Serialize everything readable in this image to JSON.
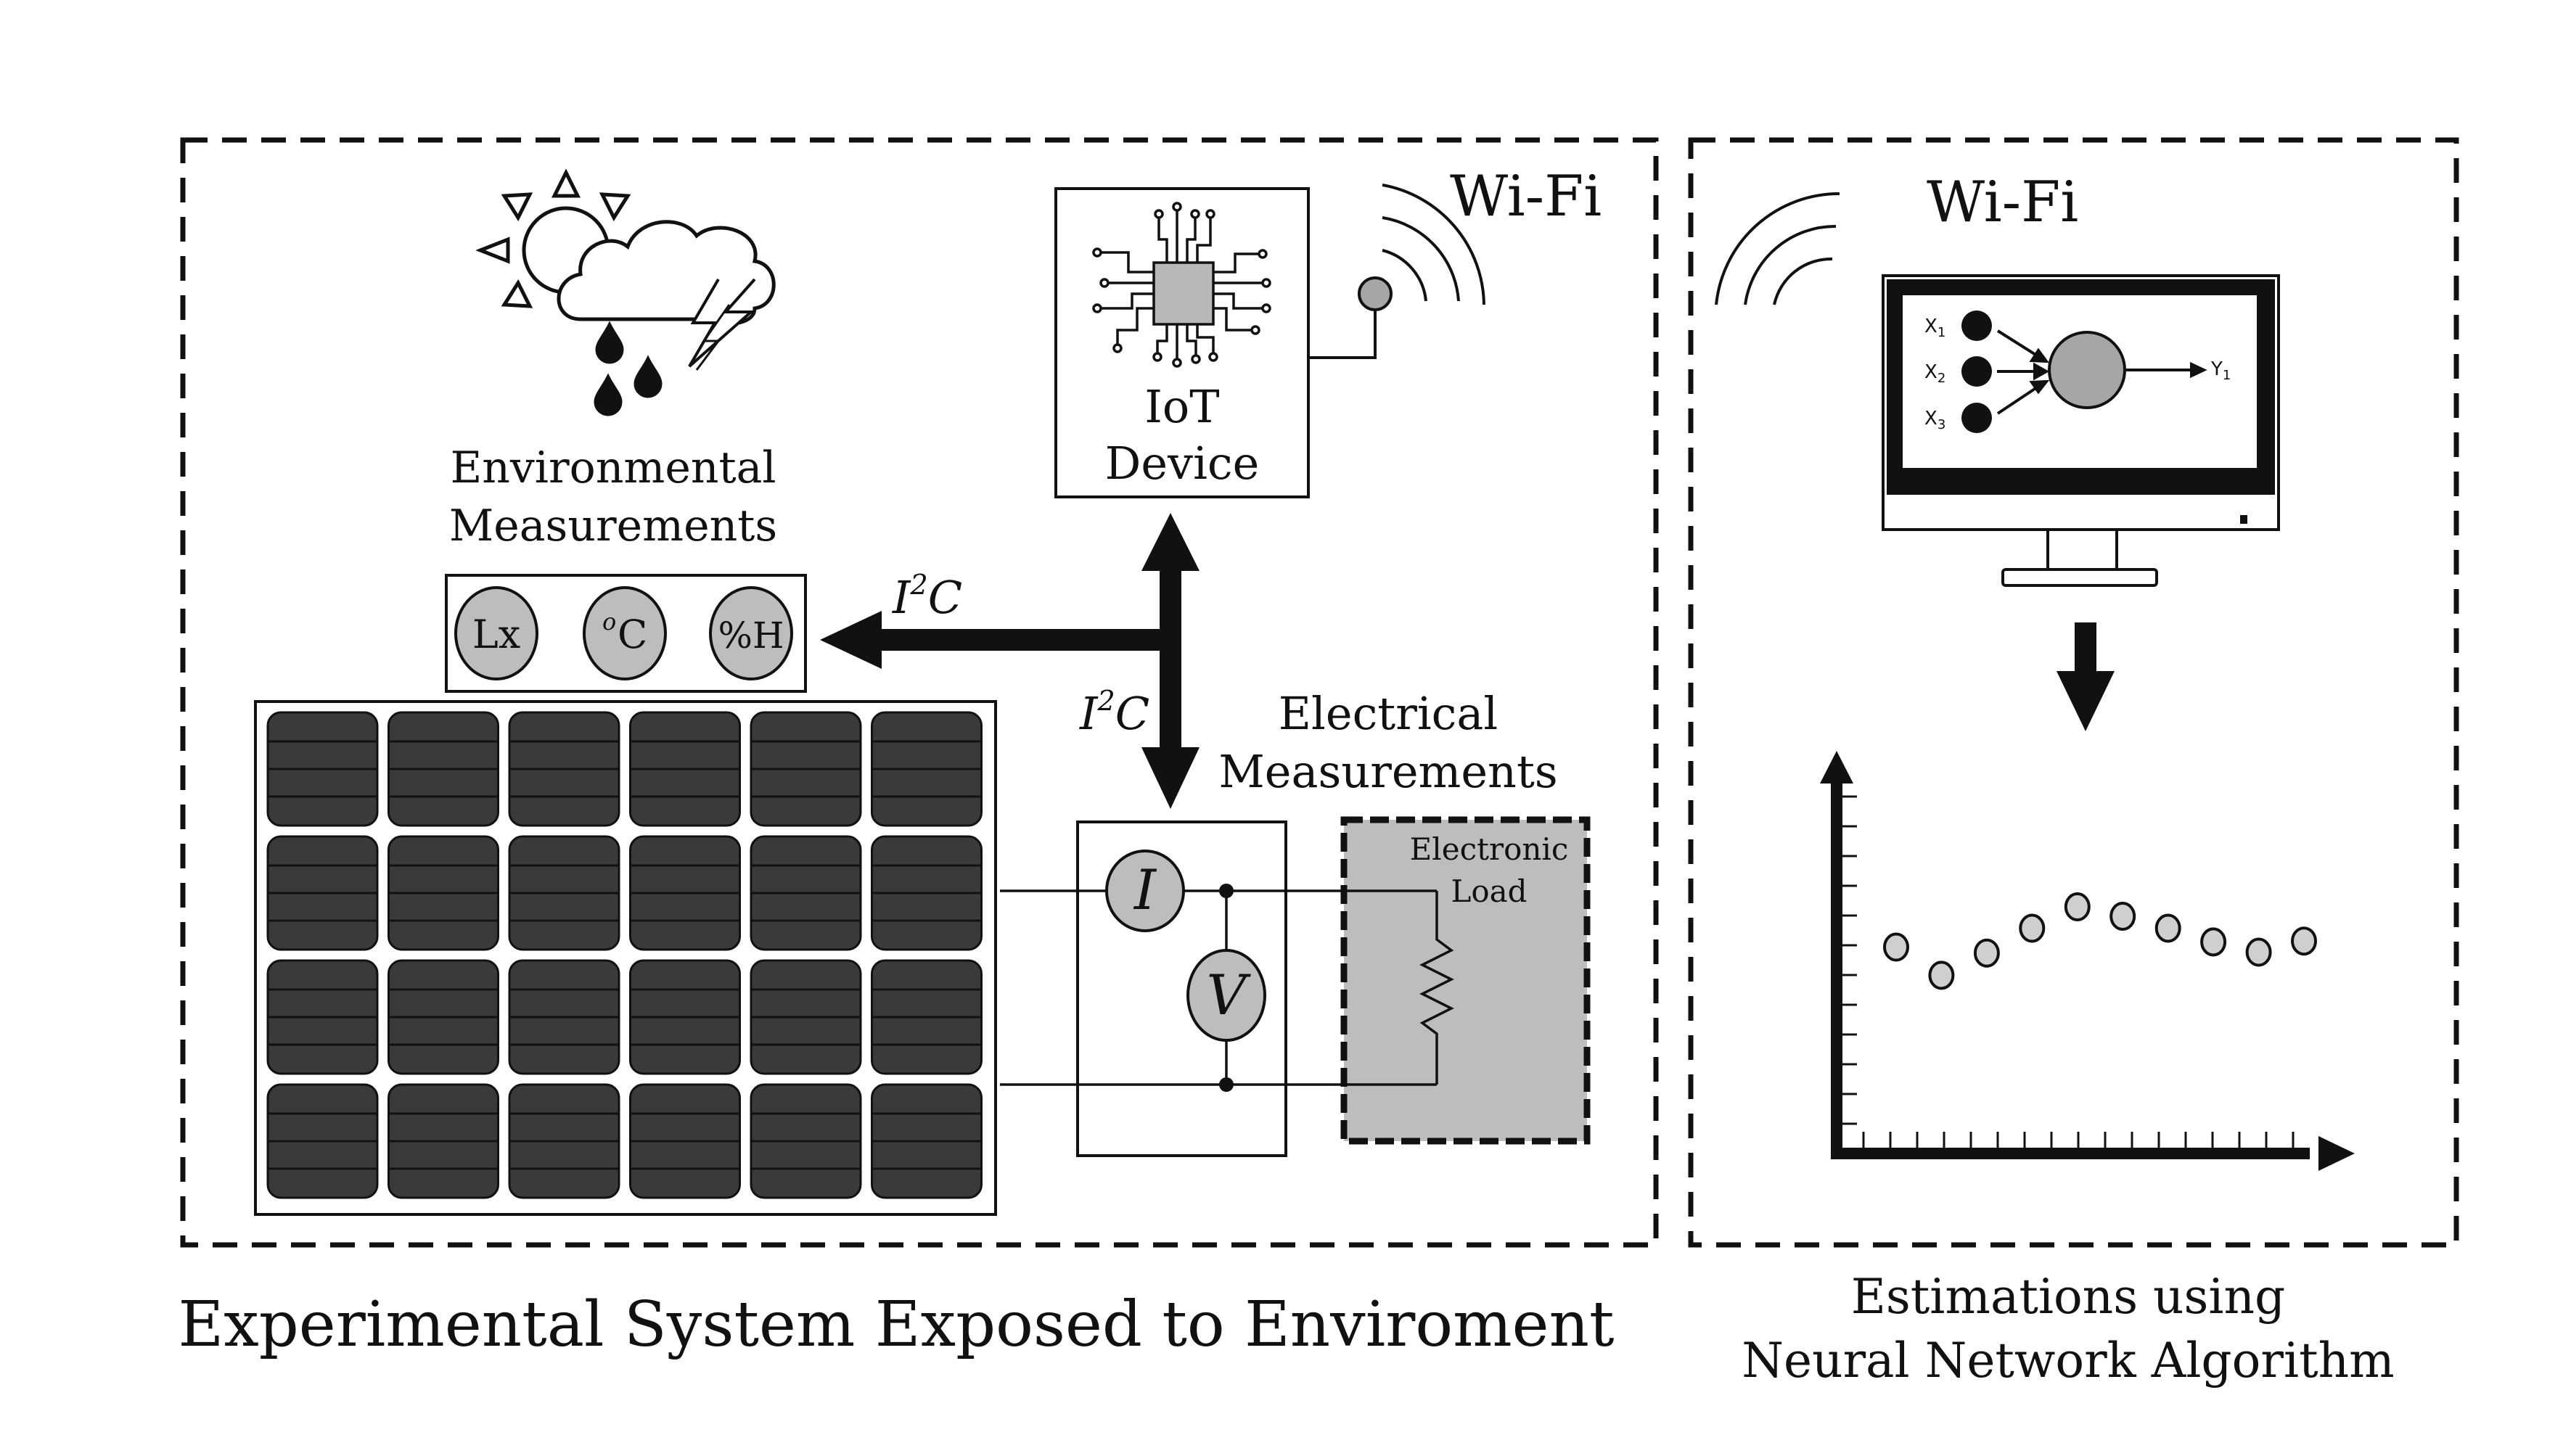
{
  "labels": {
    "wifi_left": "Wi-Fi",
    "wifi_right": "Wi-Fi",
    "iot_line1": "IoT",
    "iot_line2": "Device",
    "env_line1": "Environmental",
    "env_line2": "Measurements",
    "sensor_lux": "Lx",
    "sensor_temp_sup": "o",
    "sensor_temp": "C",
    "sensor_hum": "%H",
    "i2c_base": "I",
    "i2c_exp": "2",
    "i2c_tail": "C",
    "elec_line1": "Electrical",
    "elec_line2": "Measurements",
    "load_line1": "Electronic",
    "load_line2": "Load",
    "meter_current": "I",
    "meter_voltage": "V",
    "nn_x1": "X",
    "nn_x1_sub": "1",
    "nn_x2": "X",
    "nn_x2_sub": "2",
    "nn_x3": "X",
    "nn_x3_sub": "3",
    "nn_y1": "Y",
    "nn_y1_sub": "1",
    "caption_left": "Experimental System Exposed to Enviroment",
    "caption_right_line1": "Estimations using",
    "caption_right_line2": "Neural Network Algorithm"
  },
  "colors": {
    "ink": "#111111",
    "panel_cell": "#3a3a3a",
    "sensor_fill": "#bdbdbd",
    "load_fill": "#bdbdbd",
    "chip_fill": "#b8b8b8",
    "neuron_fill": "#a6a6a6",
    "scatter_fill": "#cfcfcf"
  },
  "scatter_points": [
    {
      "x": 1,
      "y": 0.53
    },
    {
      "x": 2,
      "y": 0.2
    },
    {
      "x": 3,
      "y": 0.46
    },
    {
      "x": 4,
      "y": 0.75
    },
    {
      "x": 5,
      "y": 1.0
    },
    {
      "x": 6,
      "y": 0.89
    },
    {
      "x": 7,
      "y": 0.75
    },
    {
      "x": 8,
      "y": 0.59
    },
    {
      "x": 9,
      "y": 0.47
    },
    {
      "x": 10,
      "y": 0.6
    }
  ]
}
